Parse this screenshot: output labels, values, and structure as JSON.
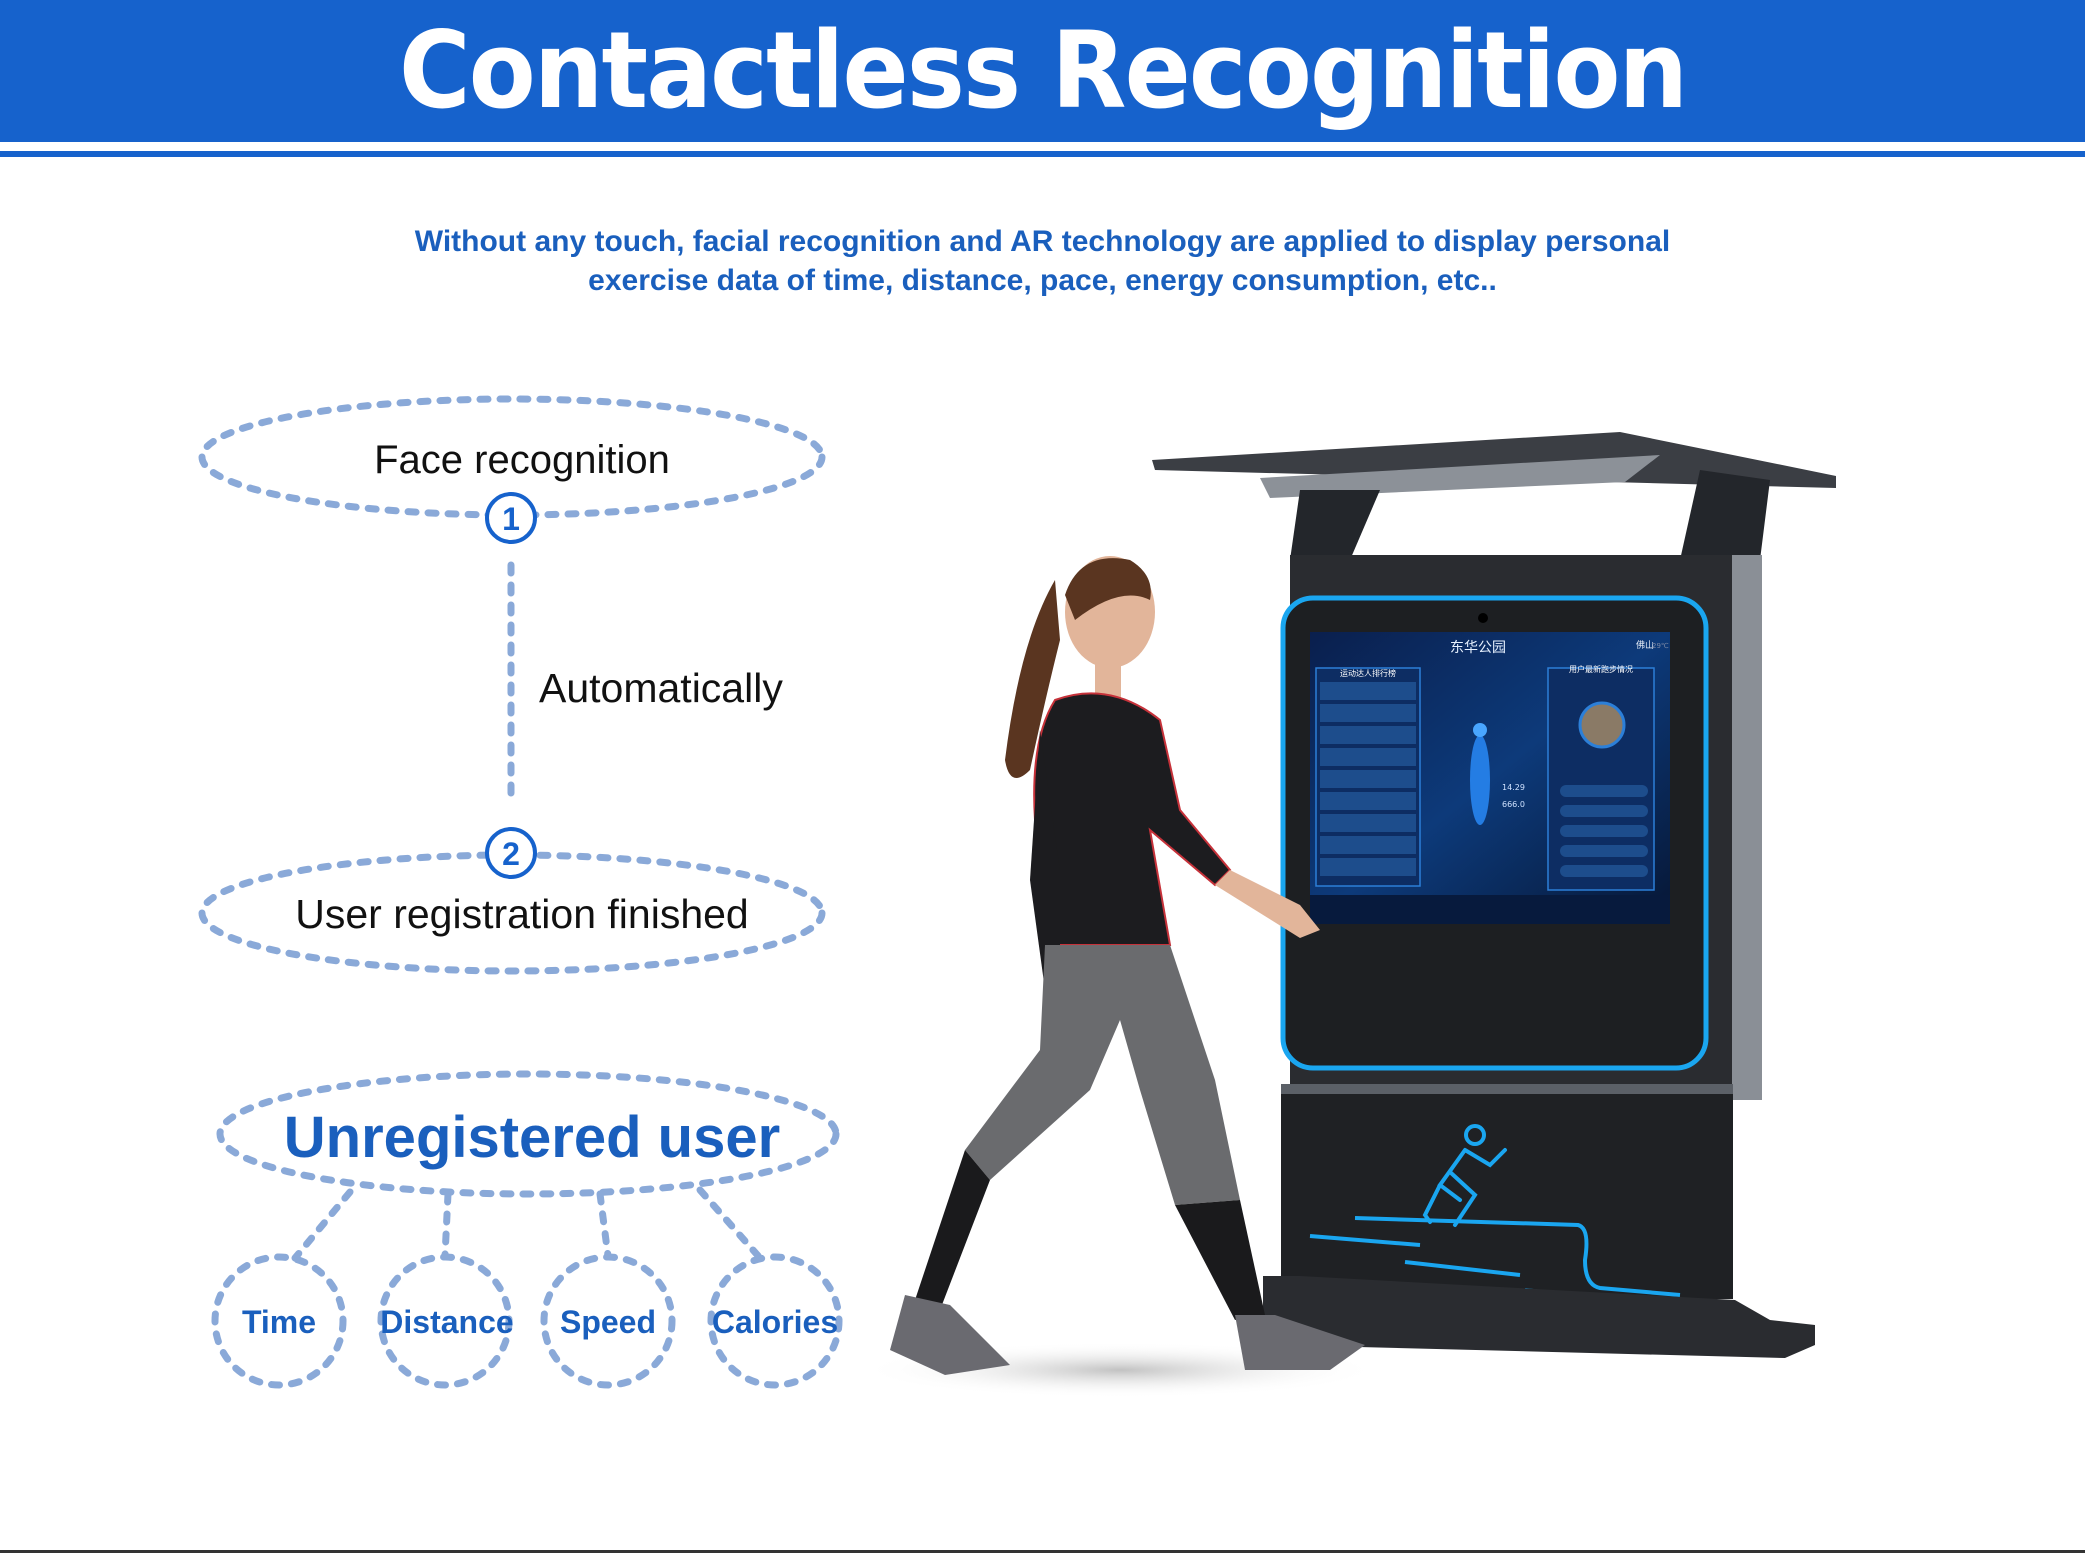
{
  "header": {
    "title": "Contactless Recognition"
  },
  "subtitle": {
    "line1": "Without any touch, facial recognition and AR technology are applied to display personal",
    "line2": "exercise data of time, distance, pace, energy consumption, etc.."
  },
  "flow": {
    "step1_label": "Face recognition",
    "step1_number": "1",
    "connector_label": "Automatically",
    "step2_number": "2",
    "step2_label": "User registration finished"
  },
  "unregistered": {
    "title": "Unregistered user",
    "metrics": [
      "Time",
      "Distance",
      "Speed",
      "Calories"
    ]
  },
  "kiosk_screen": {
    "title": "东华公园",
    "left_panel_title": "运动达人排行榜",
    "right_panel_title": "用户最新跑步情况",
    "city": "佛山",
    "temperature": "29℃",
    "distance_value": "14.29",
    "energy_value": "666.0"
  },
  "colors": {
    "brand_blue": "#1662cc",
    "dash_blue": "#8aa9d8",
    "accent_cyan": "#1aa6f0"
  }
}
